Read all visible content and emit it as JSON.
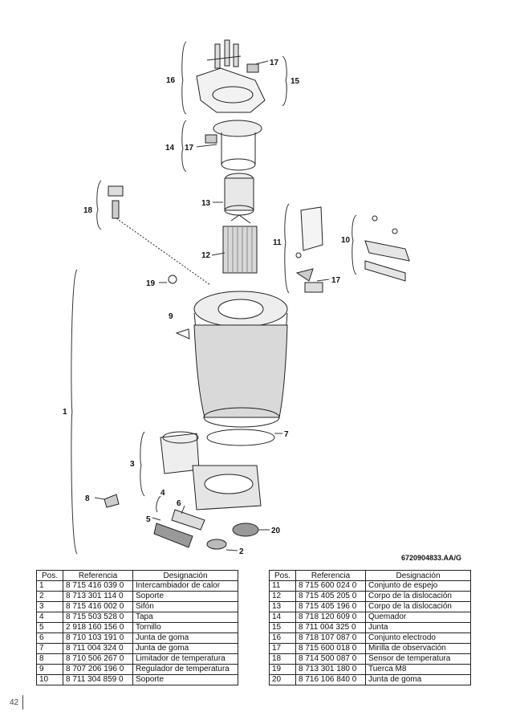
{
  "figure": {
    "code": "6720904833.AA/G",
    "callouts": [
      "1",
      "2",
      "3",
      "4",
      "5",
      "6",
      "7",
      "8",
      "9",
      "10",
      "11",
      "12",
      "13",
      "14",
      "15",
      "16",
      "17",
      "18",
      "19",
      "20"
    ]
  },
  "table_headers": {
    "pos": "Pos.",
    "ref": "Referencia",
    "des": "Designación"
  },
  "parts_left": [
    {
      "pos": "1",
      "ref": "8 715 416 039 0",
      "des": "Intercambiador de calor"
    },
    {
      "pos": "2",
      "ref": "8 713 301 114 0",
      "des": "Soporte"
    },
    {
      "pos": "3",
      "ref": "8 715 416 002 0",
      "des": "Sifón"
    },
    {
      "pos": "4",
      "ref": "8 715 503 528 0",
      "des": "Tapa"
    },
    {
      "pos": "5",
      "ref": "2 918 160 156 0",
      "des": "Tornillo"
    },
    {
      "pos": "6",
      "ref": "8 710 103 191 0",
      "des": "Junta de goma"
    },
    {
      "pos": "7",
      "ref": "8 711 004 324 0",
      "des": "Junta de goma"
    },
    {
      "pos": "8",
      "ref": "8 710 506 267 0",
      "des": "Limitador de temperatura"
    },
    {
      "pos": "9",
      "ref": "8 707 206 196 0",
      "des": "Regulador de temperatura"
    },
    {
      "pos": "10",
      "ref": "8 711 304 859 0",
      "des": "Soporte"
    }
  ],
  "parts_right": [
    {
      "pos": "11",
      "ref": "8 715 600 024 0",
      "des": "Conjunto de espejo"
    },
    {
      "pos": "12",
      "ref": "8 715 405 205 0",
      "des": "Corpo de la dislocación"
    },
    {
      "pos": "13",
      "ref": "8 715 405 196 0",
      "des": "Corpo de la dislocación"
    },
    {
      "pos": "14",
      "ref": "8 718 120 609 0",
      "des": "Quemador"
    },
    {
      "pos": "15",
      "ref": "8 711 004 325 0",
      "des": "Junta"
    },
    {
      "pos": "16",
      "ref": "8 718 107 087 0",
      "des": "Conjunto electrodo"
    },
    {
      "pos": "17",
      "ref": "8 715 600 018 0",
      "des": "Mirilla de observación"
    },
    {
      "pos": "18",
      "ref": "8 714 500 087 0",
      "des": "Sensor de temperatura"
    },
    {
      "pos": "19",
      "ref": "8 713 301 180 0",
      "des": "Tuerca M8"
    },
    {
      "pos": "20",
      "ref": "8 716 106 840 0",
      "des": "Junta de goma"
    }
  ],
  "page_number": "42"
}
